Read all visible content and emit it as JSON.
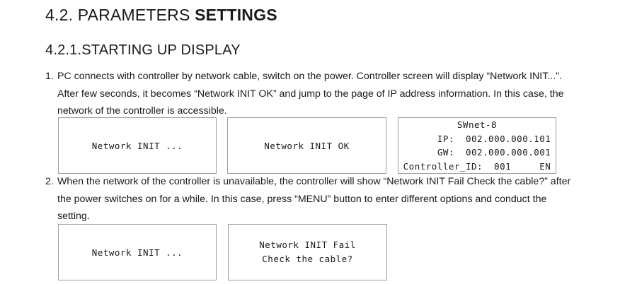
{
  "heading1": {
    "number": "4.2.",
    "text_normal": "PARAMETERS",
    "text_bold": "SETTINGS"
  },
  "heading2": {
    "number": "4.2.1.",
    "text": "STARTING UP DISPLAY"
  },
  "items": [
    {
      "number": "1.",
      "lines": [
        "PC connects with controller by network cable, switch on the power. Controller screen will display “Network INIT...”.",
        "After few seconds, it becomes “Network INIT OK” and jump to the page of IP address information. In this case, the",
        "network of the controller is accessible."
      ]
    },
    {
      "number": "2.",
      "lines": [
        "When the network of the controller is unavailable, the controller will show “Network INIT Fail Check the cable?” after",
        "the power switches on for a while. In this case, press “MENU” button to enter different options and conduct the",
        "setting."
      ]
    }
  ],
  "screens_row1": {
    "box1": "Network INIT ...",
    "box2": "Network INIT OK",
    "box3": {
      "line1": "SWnet-8",
      "line2": "IP:  002.000.000.101",
      "line3": "GW:  002.000.000.001",
      "line4": "Controller_ID:  001     EN"
    }
  },
  "screens_row2": {
    "box1": "Network INIT ...",
    "box2": {
      "line1": "Network INIT Fail",
      "line2": "Check the cable?"
    }
  }
}
